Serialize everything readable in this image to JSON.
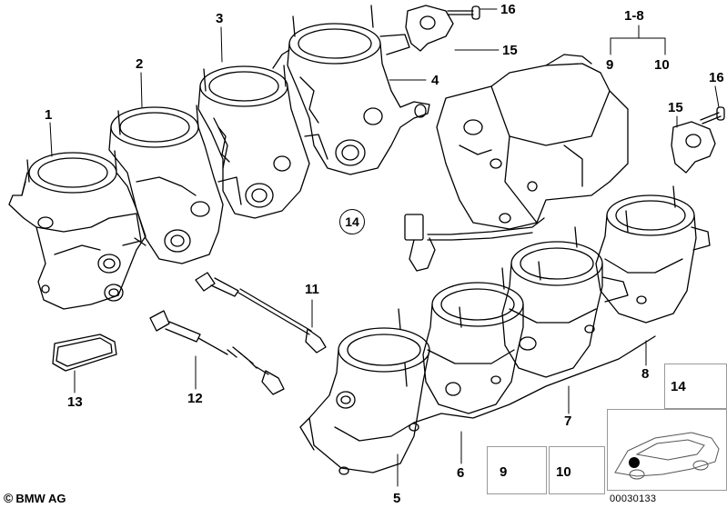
{
  "callouts": {
    "c1": "1",
    "c2": "2",
    "c3": "3",
    "c4": "4",
    "c5": "5",
    "c6": "6",
    "c7": "7",
    "c8": "8",
    "c11": "11",
    "c12": "12",
    "c13": "13",
    "c14": "14",
    "c15a": "15",
    "c15b": "15",
    "c16a": "16",
    "c16b": "16",
    "group": "1-8",
    "group9": "9",
    "group10": "10"
  },
  "inset_boxes": {
    "box14": "14",
    "box9": "9",
    "box10": "10"
  },
  "footer": {
    "copyright": "©",
    "brand": "BMW AG",
    "drawing_code": "00030133"
  },
  "colors": {
    "line": "#000000",
    "background": "#ffffff",
    "grey": "#b3b3b3"
  }
}
